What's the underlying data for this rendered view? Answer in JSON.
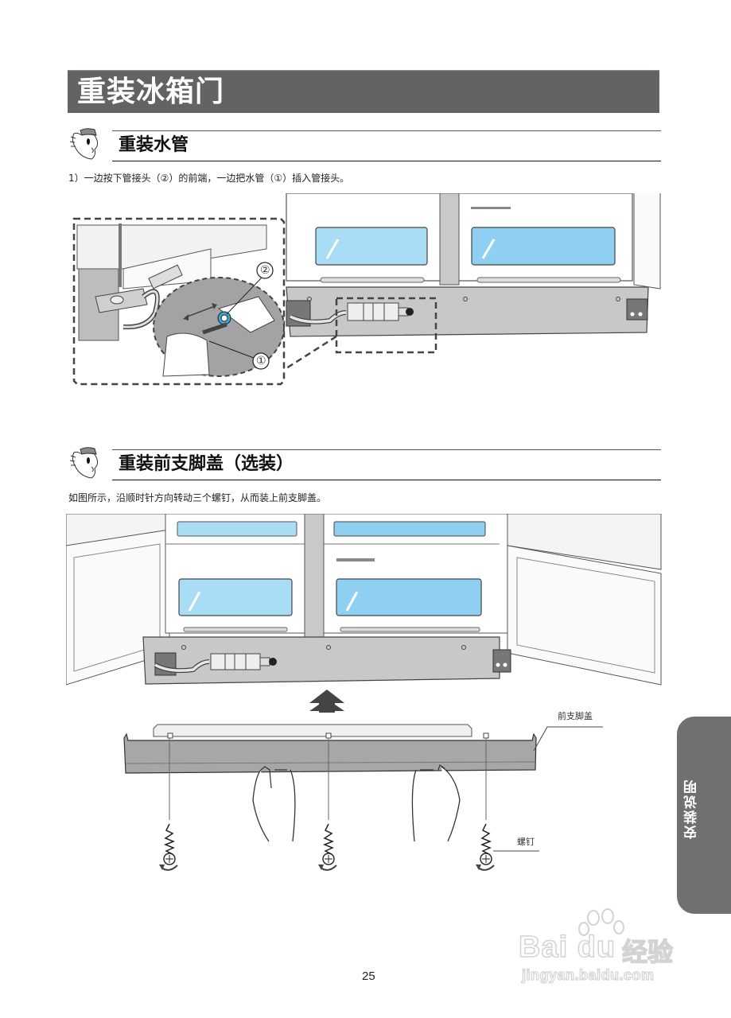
{
  "page": {
    "title": "重装冰箱门",
    "page_number": "25",
    "side_tab": "安装说明"
  },
  "sections": [
    {
      "title": "重装水管",
      "instruction": "1）一边按下管接头（②）的前端，一边把水管（①）插入管接头。",
      "figure": {
        "callouts": [
          "②",
          "①"
        ],
        "description": "water-pipe-connection-illustration"
      }
    },
    {
      "title": "重装前支脚盖（选装）",
      "instruction": "如图所示，沿顺时针方向转动三个螺钉，从而装上前支脚盖。",
      "figure": {
        "labels": {
          "cover": "前支脚盖",
          "screw": "螺钉"
        },
        "screw_count": 3,
        "description": "front-leg-cover-installation-illustration"
      }
    }
  ],
  "watermark": {
    "brand": "Bai du",
    "brand_cn": "经验",
    "url": "jingyan.baidu.com"
  },
  "colors": {
    "title_bar": "#656263",
    "side_tab": "#717071",
    "drawer_glass": "#a9dcf5",
    "base_panel": "#c8c8c8",
    "cover_body": "#a7a7a7"
  }
}
